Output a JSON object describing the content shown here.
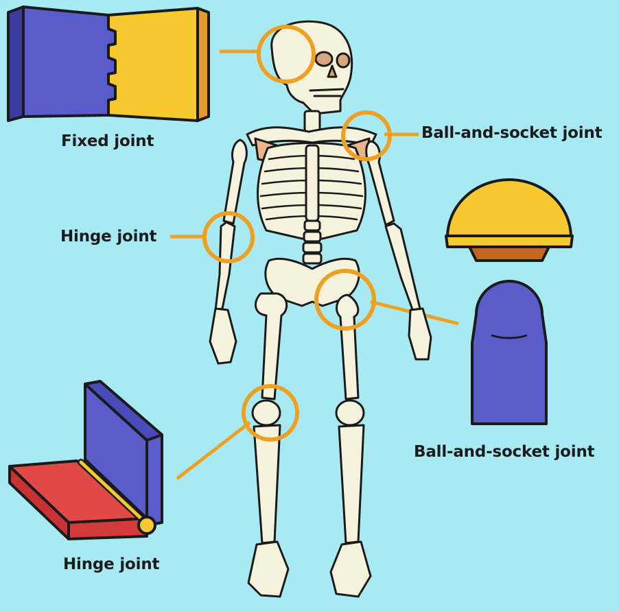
{
  "labels": {
    "fixed_joint": "Fixed joint",
    "ball_socket_top": "Ball-and-socket joint",
    "hinge_arm": "Hinge joint",
    "ball_socket_model": "Ball-and-socket joint",
    "hinge_model": "Hinge joint"
  },
  "colors": {
    "background": "#a8eaf4",
    "callout_ring": "#f0a020",
    "bone": "#f6f2dc",
    "outline": "#1a1a1a",
    "blue": "#5a5ccc",
    "yellow": "#f6c92f",
    "orange": "#e29a2a",
    "red": "#e24848",
    "cartilage": "#e9b58a"
  },
  "icons": [
    "fixed-joint-model",
    "ball-socket-model",
    "hinge-joint-model",
    "skeleton"
  ]
}
